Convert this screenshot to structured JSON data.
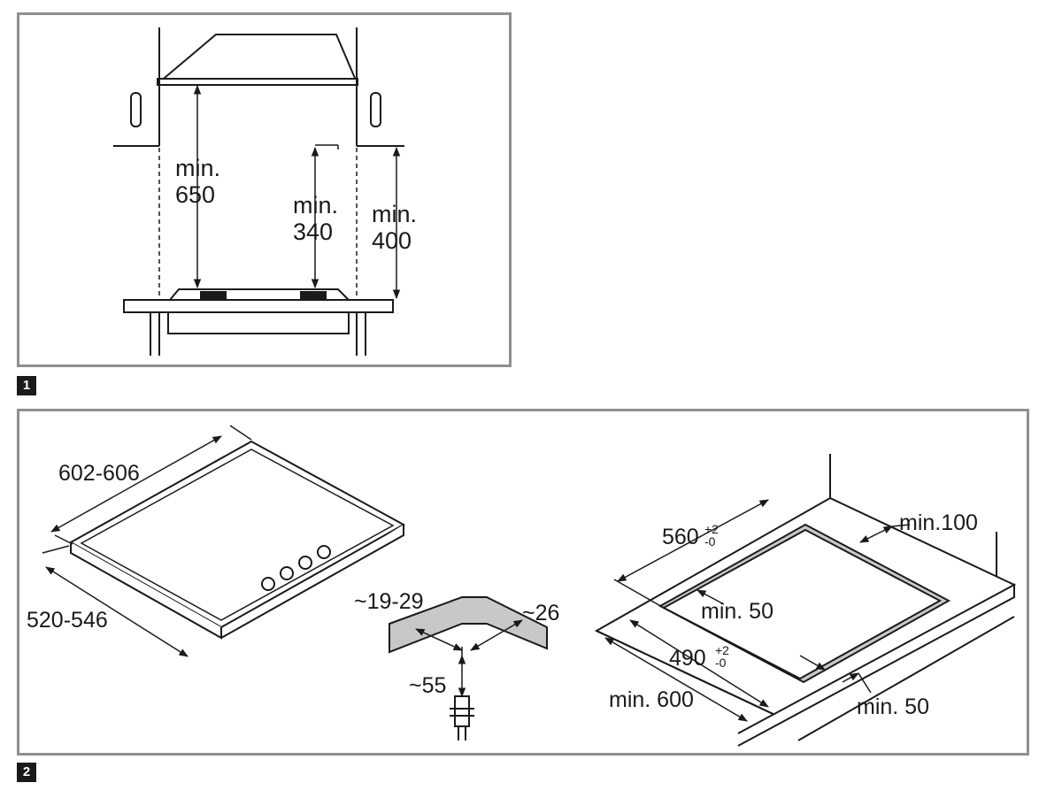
{
  "figures": {
    "fig1": {
      "badge": "1",
      "labels": {
        "hood_clearance": {
          "line1": "min.",
          "line2": "650"
        },
        "cabinet_clearance": {
          "line1": "min.",
          "line2": "340"
        },
        "side_clearance": {
          "line1": "min.",
          "line2": "400"
        }
      }
    },
    "fig2": {
      "badge": "2",
      "labels": {
        "hob_width": "602-606",
        "hob_depth": "520-546",
        "worktop_min_thickness": "~19-29",
        "worktop_max_thickness": "~26",
        "clamp_depth": "~55",
        "cutout_width": "560",
        "cutout_width_tol_plus": "+2",
        "cutout_width_tol_minus": "-0",
        "rear_wall_clearance": "min.100",
        "cutout_side_margin": "min. 50",
        "cutout_depth": "490",
        "cutout_depth_tol_plus": "+2",
        "cutout_depth_tol_minus": "-0",
        "worktop_min_depth": "min. 600",
        "front_edge_margin": "min. 50"
      }
    }
  },
  "colors": {
    "line": "#1a1a1a",
    "frame": "#8f8f8f",
    "shade": "#c8c8c8"
  }
}
